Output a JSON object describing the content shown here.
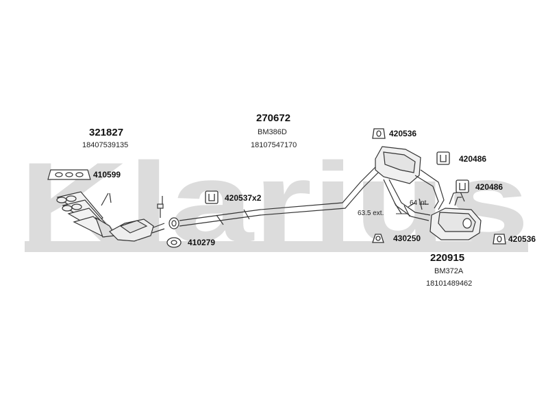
{
  "watermark": {
    "text": "Klarius"
  },
  "assemblies": [
    {
      "part": "321827",
      "code": "18407539135"
    },
    {
      "part": "270672",
      "model": "BM386D",
      "code": "18107547170"
    },
    {
      "part": "220915",
      "model": "BM372A",
      "code": "18101489462"
    }
  ],
  "fittings": [
    {
      "part": "410599",
      "icon": "gasket-icon"
    },
    {
      "part": "420537x2",
      "icon": "bracket-icon"
    },
    {
      "part": "410279",
      "icon": "ring-gasket-icon"
    },
    {
      "part": "420536",
      "icon": "rubber-mount-icon"
    },
    {
      "part": "420486",
      "icon": "bracket-icon"
    },
    {
      "part": "420486",
      "icon": "bracket-icon"
    },
    {
      "part": "430250",
      "icon": "clamp-icon"
    },
    {
      "part": "420536",
      "icon": "rubber-mount-icon"
    }
  ],
  "pipe_notes": {
    "ext": "63.5 ext.",
    "int": "64 int."
  },
  "colors": {
    "watermark": "#dcdcdc",
    "line": "#333333"
  }
}
